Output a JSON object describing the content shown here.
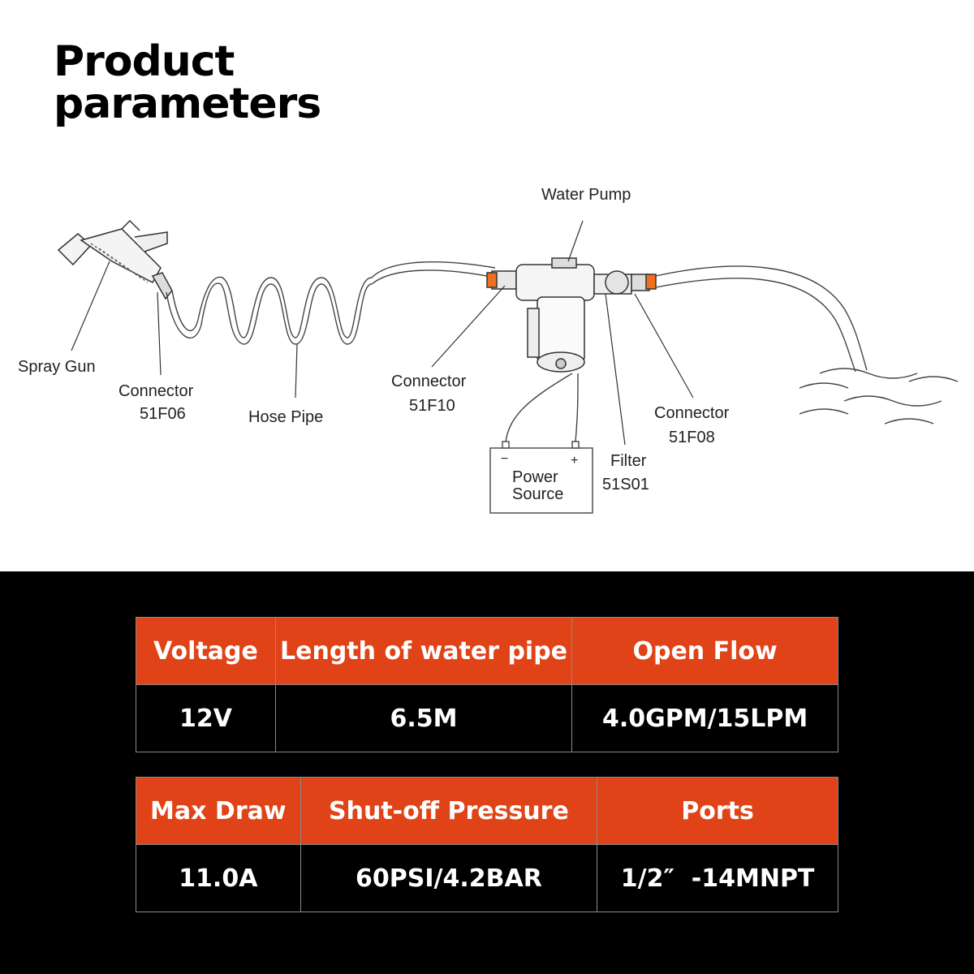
{
  "title": {
    "line1": "Product",
    "line2": "parameters"
  },
  "diagram": {
    "labels": {
      "spray_gun": "Spray Gun",
      "connector_1": "Connector",
      "connector_1_code": "51F06",
      "hose_pipe": "Hose Pipe",
      "connector_2": "Connector",
      "connector_2_code": "51F10",
      "water_pump": "Water Pump",
      "power_source_1": "Power",
      "power_source_2": "Source",
      "minus": "−",
      "plus": "+",
      "filter": "Filter",
      "filter_code": "51S01",
      "connector_3": "Connector",
      "connector_3_code": "51F08"
    }
  },
  "spec_table_1": {
    "headers": [
      "Voltage",
      "Length of water pipe",
      "Open Flow"
    ],
    "values": [
      "12V",
      "6.5M",
      "4.0GPM/15LPM"
    ]
  },
  "spec_table_2": {
    "headers": [
      "Max Draw",
      "Shut-off Pressure",
      "Ports"
    ],
    "values": [
      "11.0A",
      "60PSI/4.2BAR",
      "1/2″  -14MNPT"
    ]
  }
}
